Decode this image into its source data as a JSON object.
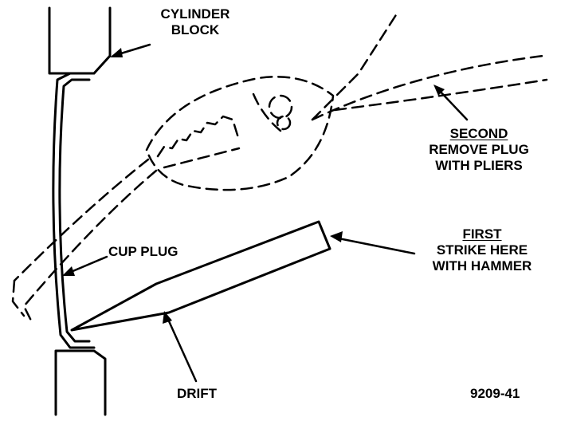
{
  "labels": {
    "cylinder_block": [
      "CYLINDER",
      "BLOCK"
    ],
    "second": {
      "heading": "SECOND",
      "lines": [
        "REMOVE PLUG",
        "WITH PLIERS"
      ]
    },
    "first": {
      "heading": "FIRST",
      "lines": [
        "STRIKE HERE",
        "WITH HAMMER"
      ]
    },
    "cup_plug": "CUP PLUG",
    "drift": "DRIFT",
    "figure_number": "9209-41"
  },
  "colors": {
    "ink": "#000000",
    "paper": "#ffffff"
  }
}
